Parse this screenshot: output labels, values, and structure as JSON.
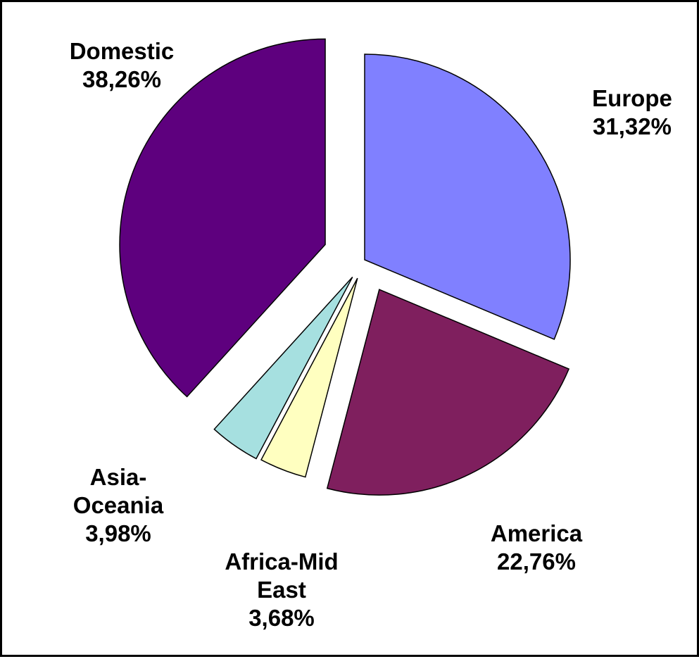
{
  "chart_data": {
    "type": "pie",
    "slices": [
      {
        "name": "Domestic",
        "label_lines": [
          "Domestic"
        ],
        "value": 38.26,
        "value_text": "38,26%",
        "color": "#5e007e"
      },
      {
        "name": "Europe",
        "label_lines": [
          "Europe"
        ],
        "value": 31.32,
        "value_text": "31,32%",
        "color": "#8080ff"
      },
      {
        "name": "America",
        "label_lines": [
          "America"
        ],
        "value": 22.76,
        "value_text": "22,76%",
        "color": "#7f1f5e"
      },
      {
        "name": "Africa-Mid East",
        "label_lines": [
          "Africa-Mid",
          "East"
        ],
        "value": 3.68,
        "value_text": "3,68%",
        "color": "#ffffc0"
      },
      {
        "name": "Asia-Oceania",
        "label_lines": [
          "Asia-",
          "Oceania"
        ],
        "value": 3.98,
        "value_text": "3,98%",
        "color": "#a6e0e0"
      }
    ],
    "exploded": true,
    "legend": "none"
  }
}
